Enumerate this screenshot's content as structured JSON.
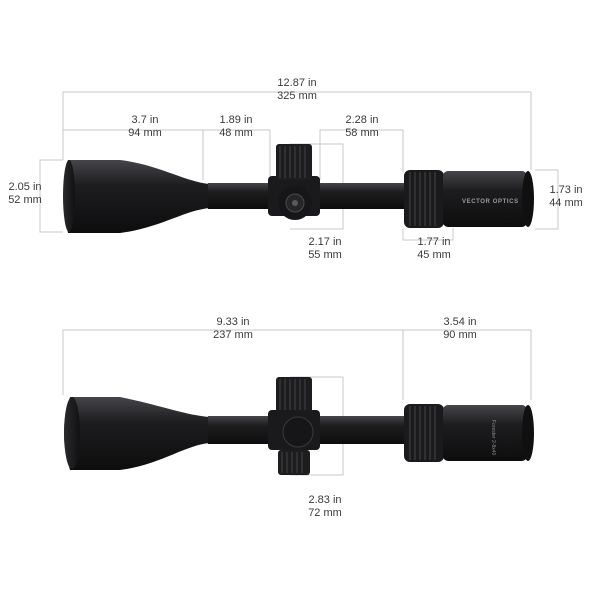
{
  "brand": "VECTOR OPTICS",
  "model_marking": "Forester 2-8x40",
  "colors": {
    "scope_body": "#1d1d1f",
    "scope_highlight": "#3b3b3e",
    "dimension_line": "#c9c9c9",
    "text": "#3a3a3a"
  },
  "top_view": {
    "overall_length": {
      "inch": "12.87 in",
      "mm": "325 mm"
    },
    "objective_bell_length": {
      "inch": "3.7 in",
      "mm": "94 mm"
    },
    "front_tube_length": {
      "inch": "1.89 in",
      "mm": "48 mm"
    },
    "rear_tube_length": {
      "inch": "2.28 in",
      "mm": "58 mm"
    },
    "objective_diameter": {
      "inch": "2.05 in",
      "mm": "52 mm"
    },
    "turret_height": {
      "inch": "2.17 in",
      "mm": "55 mm"
    },
    "eyepiece_ring_length": {
      "inch": "1.77 in",
      "mm": "45 mm"
    },
    "eyepiece_diameter": {
      "inch": "1.73 in",
      "mm": "44 mm"
    }
  },
  "side_view": {
    "front_length": {
      "inch": "9.33 in",
      "mm": "237 mm"
    },
    "eyepiece_length": {
      "inch": "3.54 in",
      "mm": "90 mm"
    },
    "turret_height": {
      "inch": "2.83 in",
      "mm": "72 mm"
    }
  }
}
